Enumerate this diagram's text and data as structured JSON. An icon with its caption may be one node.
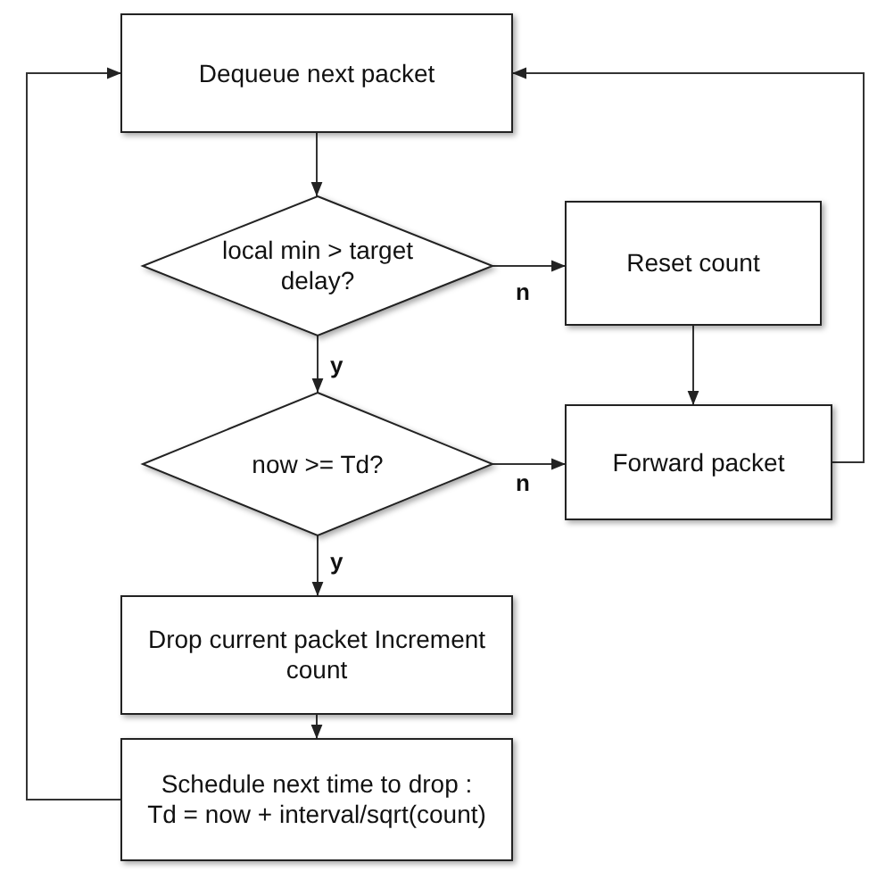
{
  "diagram": {
    "nodes": [
      {
        "text": [
          "Dequeue next packet"
        ]
      },
      {
        "text": [
          "local min > target delay?"
        ]
      },
      {
        "text": [
          "Reset count"
        ]
      },
      {
        "text": [
          "now >= Td?"
        ]
      },
      {
        "text": [
          "Forward packet"
        ]
      },
      {
        "text": [
          "Drop current packet Increment count"
        ]
      },
      {
        "text": [
          "Schedule next time to drop : Td = now + interval/sqrt(count)"
        ]
      }
    ],
    "edges": [
      {
        "from": 0,
        "to": 1,
        "arrow": "to"
      },
      {
        "from": 1,
        "to": 2,
        "arrow": "to",
        "label": "n"
      },
      {
        "from": 1,
        "to": 3,
        "arrow": "to",
        "label": "y"
      },
      {
        "from": 2,
        "to": 4,
        "arrow": "to"
      },
      {
        "from": 3,
        "to": 4,
        "arrow": "to",
        "label": "n"
      },
      {
        "from": 3,
        "to": 5,
        "arrow": "to",
        "label": "y"
      },
      {
        "from": 5,
        "to": 6,
        "arrow": "to"
      },
      {
        "from": 6,
        "to": 0,
        "arrow": "to"
      },
      {
        "from": 4,
        "to": 0,
        "arrow": "to"
      }
    ]
  }
}
